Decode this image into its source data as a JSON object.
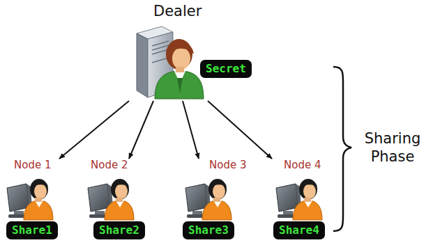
{
  "diagram": {
    "nodes": [
      {
        "text": [
          "Dealer",
          "Secret"
        ]
      },
      {
        "text": [
          "Node 1",
          "Share1"
        ]
      },
      {
        "text": [
          "Node 2",
          "Share2"
        ]
      },
      {
        "text": [
          "Node 3",
          "Share3"
        ]
      },
      {
        "text": [
          "Node 4",
          "Share4"
        ]
      }
    ],
    "edges": [
      {
        "from": 0,
        "to": 1,
        "arrow": "to"
      },
      {
        "from": 0,
        "to": 2,
        "arrow": "to"
      },
      {
        "from": 0,
        "to": 3,
        "arrow": "to"
      },
      {
        "from": 0,
        "to": 4,
        "arrow": "to"
      }
    ],
    "labels": [
      "Sharing Phase"
    ]
  }
}
